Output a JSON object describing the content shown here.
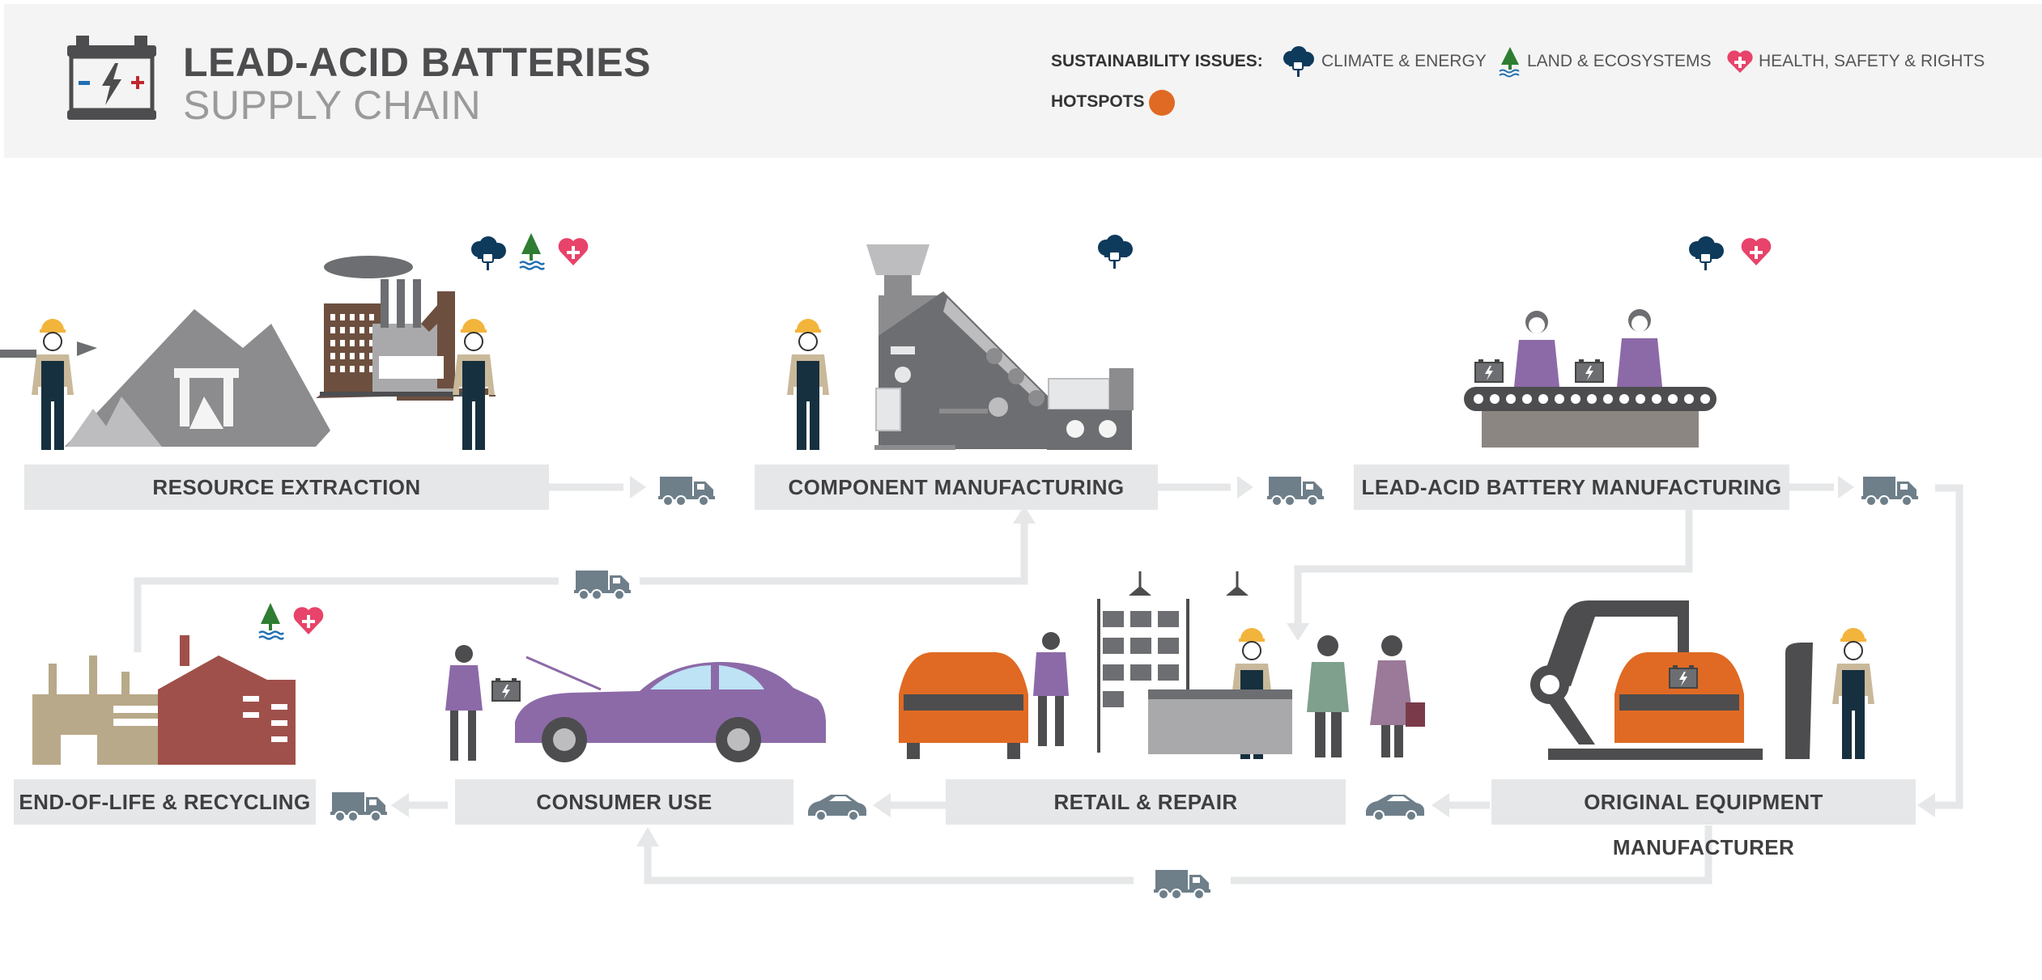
{
  "header": {
    "title_line1": "LEAD-ACID BATTERIES",
    "title_line2": "SUPPLY CHAIN",
    "legend": {
      "issues_label": "SUSTAINABILITY ISSUES:",
      "items": [
        {
          "icon": "climate-energy-icon",
          "label": "CLIMATE & ENERGY",
          "color": "#0e3a5c"
        },
        {
          "icon": "land-ecosystems-icon",
          "label": "LAND & ECOSYSTEMS",
          "color": "#2e7d32"
        },
        {
          "icon": "health-safety-rights-icon",
          "label": "HEALTH, SAFETY & RIGHTS",
          "color": "#e8436a"
        }
      ],
      "hotspots_label": "HOTSPOTS",
      "hotspot_color": "#e06a23"
    }
  },
  "stages": {
    "resource_extraction": "RESOURCE EXTRACTION",
    "component_manufacturing": "COMPONENT MANUFACTURING",
    "battery_manufacturing": "LEAD-ACID BATTERY MANUFACTURING",
    "end_of_life": "END-OF-LIFE & RECYCLING",
    "consumer_use": "CONSUMER USE",
    "retail_repair": "RETAIL & REPAIR",
    "oem": "ORIGINAL EQUIPMENT MANUFACTURER"
  },
  "colors": {
    "stage_bg": "#e6e7e8",
    "arrow": "#e6e7e8",
    "truck": "#6e7f8a",
    "hotspot_orange": "#e06a23",
    "consumer_car": "#8c6aa8",
    "recycling_plant": "#a0504a"
  }
}
